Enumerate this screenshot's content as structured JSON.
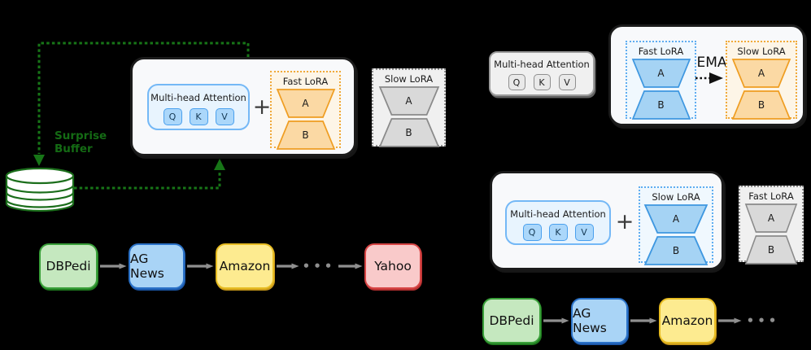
{
  "colors": {
    "surprise_green": "#146b14",
    "arrow_gray": "#8f8f8f",
    "fast_orange": "#ef9d21",
    "lora_blue": "#3e97e0",
    "task_green": "#3aa03a",
    "task_blue": "#2b72c8",
    "task_yellow": "#e7bc22",
    "task_red": "#d84545"
  },
  "panel_a": {
    "surprise_buffer": {
      "line1": "Surprise",
      "line2": "Buffer"
    },
    "model_box": {
      "attention": {
        "title": "Multi-head Attention",
        "heads": [
          "Q",
          "K",
          "V"
        ]
      },
      "plus": "+",
      "fast_lora": {
        "title": "Fast LoRA",
        "layers": [
          "A",
          "B"
        ]
      }
    },
    "slow_lora": {
      "title": "Slow LoRA",
      "layers": [
        "A",
        "B"
      ]
    },
    "tasks": [
      "DBPedi",
      "AG News",
      "Amazon",
      "Yahoo"
    ],
    "ellipsis": "•••"
  },
  "panel_b": {
    "attention": {
      "title": "Multi-head Attention",
      "heads": [
        "Q",
        "K",
        "V"
      ]
    },
    "ema_box": {
      "fast_lora": {
        "title": "Fast LoRA",
        "layers": [
          "A",
          "B"
        ]
      },
      "ema_label": "EMA",
      "slow_lora": {
        "title": "Slow LoRA",
        "layers": [
          "A",
          "B"
        ]
      }
    },
    "model_box": {
      "attention": {
        "title": "Multi-head Attention",
        "heads": [
          "Q",
          "K",
          "V"
        ]
      },
      "plus": "+",
      "slow_lora": {
        "title": "Slow LoRA",
        "layers": [
          "A",
          "B"
        ]
      }
    },
    "fast_lora": {
      "title": "Fast LoRA",
      "layers": [
        "A",
        "B"
      ]
    },
    "tasks": [
      "DBPedi",
      "AG News",
      "Amazon"
    ],
    "ellipsis": "•••"
  }
}
